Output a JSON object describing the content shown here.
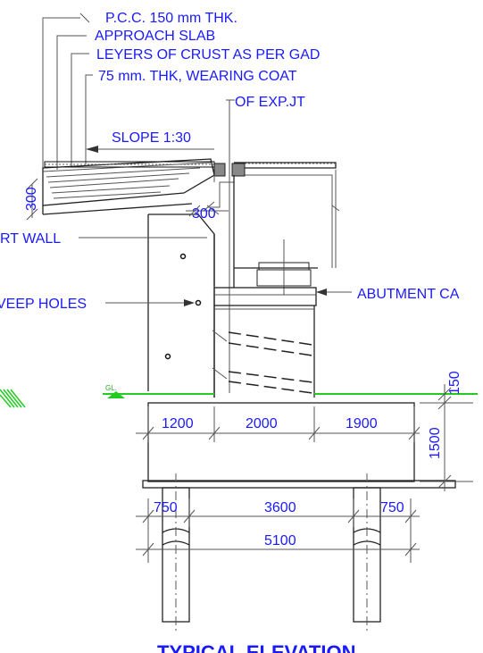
{
  "callouts": {
    "pcc": "P.C.C. 150 mm THK.",
    "approach_slab": "APPROACH SLAB",
    "crust_layers": "LEYERS OF CRUST AS PER GAD",
    "wearing_coat": "75 mm. THK, WEARING COAT",
    "exp_joint": "OF EXP.JT",
    "slope": "SLOPE 1:30",
    "dirt_wall": "RT WALL",
    "weep_holes": "VEEP HOLES",
    "abutment_cap": "ABUTMENT CA",
    "gl": "GL."
  },
  "dimensions": {
    "d300_left": "300",
    "d300_mid": "300",
    "d150": "150",
    "d1200": "1200",
    "d2000": "2000",
    "d1900": "1900",
    "d1500": "1500",
    "d750_left": "750",
    "d3600": "3600",
    "d750_right": "750",
    "d5100": "5100"
  },
  "title": "TYPICAL ELEVATION",
  "colors": {
    "text": "#1a1aff",
    "ground": "#22cc22",
    "lines": "#555555"
  }
}
